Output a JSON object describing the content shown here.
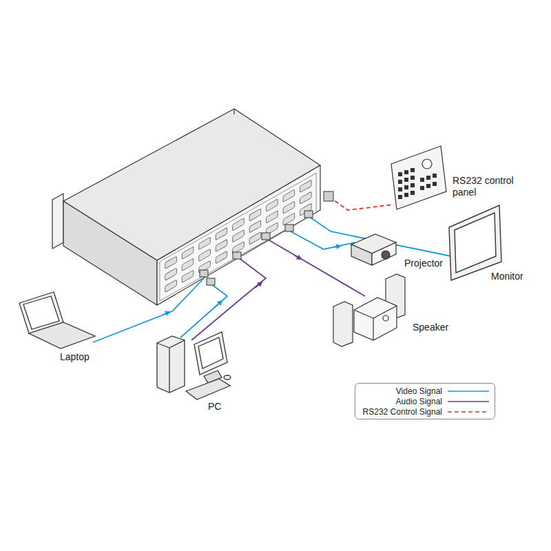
{
  "diagram": {
    "nodes": [
      {
        "text": [
          "RS232 control panel"
        ]
      },
      {
        "text": [
          "Projector"
        ]
      },
      {
        "text": [
          "Monitor"
        ]
      },
      {
        "text": [
          "Speaker"
        ]
      },
      {
        "text": [
          "Laptop"
        ]
      },
      {
        "text": [
          "PC"
        ]
      }
    ],
    "legend": [
      {
        "text": "Video Signal"
      },
      {
        "text": "Audio Signal"
      },
      {
        "text": "RS232 Control Signal"
      }
    ]
  }
}
